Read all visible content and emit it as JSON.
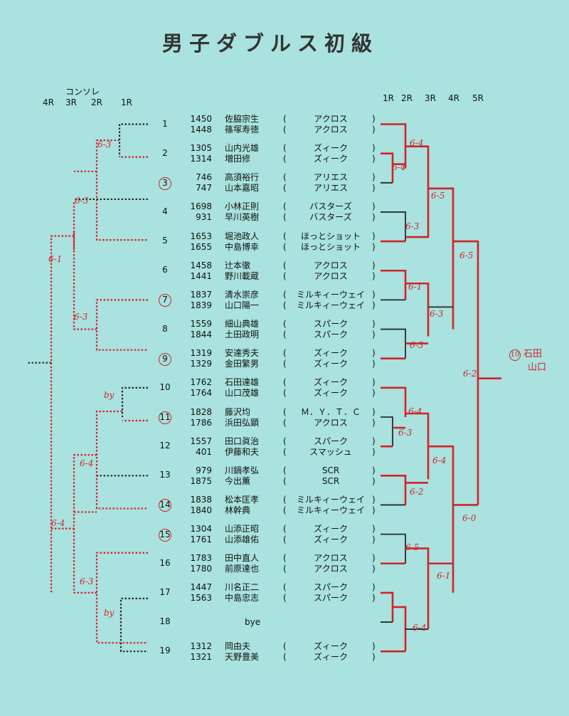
{
  "title": "男子ダブルス初級",
  "left_header": {
    "label": "コンソレ",
    "rounds": [
      "4R",
      "3R",
      "2R",
      "1R"
    ]
  },
  "right_header": {
    "rounds": [
      "1R",
      "2R",
      "3R",
      "4R",
      "5R"
    ]
  },
  "winner": {
    "seed": "10",
    "names": [
      "石田",
      "山口"
    ]
  },
  "entries": [
    {
      "seed": "1",
      "circled": false,
      "players": [
        {
          "id": "1450",
          "name": "佐脇宗生",
          "club": "アクロス"
        },
        {
          "id": "1448",
          "name": "篠塚寿徳",
          "club": "アクロス"
        }
      ]
    },
    {
      "seed": "2",
      "circled": false,
      "players": [
        {
          "id": "1305",
          "name": "山内光雄",
          "club": "ズィーク"
        },
        {
          "id": "1314",
          "name": "増田修",
          "club": "ズィーク"
        }
      ]
    },
    {
      "seed": "3",
      "circled": true,
      "players": [
        {
          "id": "746",
          "name": "高須裕行",
          "club": "アリエス"
        },
        {
          "id": "747",
          "name": "山本嘉昭",
          "club": "アリエス"
        }
      ]
    },
    {
      "seed": "4",
      "circled": false,
      "players": [
        {
          "id": "1698",
          "name": "小林正則",
          "club": "バスターズ"
        },
        {
          "id": "931",
          "name": "早川英樹",
          "club": "バスターズ"
        }
      ]
    },
    {
      "seed": "5",
      "circled": false,
      "players": [
        {
          "id": "1653",
          "name": "堀池政人",
          "club": "ほっとショット"
        },
        {
          "id": "1655",
          "name": "中島博幸",
          "club": "ほっとショット"
        }
      ]
    },
    {
      "seed": "6",
      "circled": false,
      "players": [
        {
          "id": "1458",
          "name": "辻本徹",
          "club": "アクロス"
        },
        {
          "id": "1441",
          "name": "野川載蔵",
          "club": "アクロス"
        }
      ]
    },
    {
      "seed": "7",
      "circled": true,
      "players": [
        {
          "id": "1837",
          "name": "清水崇彦",
          "club": "ミルキィーウェイ"
        },
        {
          "id": "1839",
          "name": "山口陽一",
          "club": "ミルキィーウェイ"
        }
      ]
    },
    {
      "seed": "8",
      "circled": false,
      "players": [
        {
          "id": "1559",
          "name": "細山典雄",
          "club": "スパーク"
        },
        {
          "id": "1844",
          "name": "土田政明",
          "club": "スパーク"
        }
      ]
    },
    {
      "seed": "9",
      "circled": true,
      "players": [
        {
          "id": "1319",
          "name": "安達秀夫",
          "club": "ズィーク"
        },
        {
          "id": "1329",
          "name": "金田繁男",
          "club": "ズィーク"
        }
      ]
    },
    {
      "seed": "10",
      "circled": false,
      "players": [
        {
          "id": "1762",
          "name": "石田達雄",
          "club": "ズィーク"
        },
        {
          "id": "1764",
          "name": "山口茂雄",
          "club": "ズィーク"
        }
      ]
    },
    {
      "seed": "11",
      "circled": true,
      "players": [
        {
          "id": "1828",
          "name": "藤沢均",
          "club": "Ｍ．Ｙ．Ｔ．Ｃ"
        },
        {
          "id": "1786",
          "name": "浜田弘顕",
          "club": "アクロス"
        }
      ]
    },
    {
      "seed": "12",
      "circled": false,
      "players": [
        {
          "id": "1557",
          "name": "田口眞治",
          "club": "スパーク"
        },
        {
          "id": "401",
          "name": "伊藤和夫",
          "club": "スマッシュ"
        }
      ]
    },
    {
      "seed": "13",
      "circled": false,
      "players": [
        {
          "id": "979",
          "name": "川鍋孝弘",
          "club": "SCR"
        },
        {
          "id": "1875",
          "name": "今出薫",
          "club": "SCR"
        }
      ]
    },
    {
      "seed": "14",
      "circled": true,
      "players": [
        {
          "id": "1838",
          "name": "松本匡孝",
          "club": "ミルキィーウェイ"
        },
        {
          "id": "1840",
          "name": "林幹典",
          "club": "ミルキィーウェイ"
        }
      ]
    },
    {
      "seed": "15",
      "circled": true,
      "players": [
        {
          "id": "1304",
          "name": "山添正昭",
          "club": "ズィーク"
        },
        {
          "id": "1761",
          "name": "山添雄佑",
          "club": "ズィーク"
        }
      ]
    },
    {
      "seed": "16",
      "circled": false,
      "players": [
        {
          "id": "1783",
          "name": "田中直人",
          "club": "アクロス"
        },
        {
          "id": "1780",
          "name": "前原達也",
          "club": "アクロス"
        }
      ]
    },
    {
      "seed": "17",
      "circled": false,
      "players": [
        {
          "id": "1447",
          "name": "川名正二",
          "club": "スパーク"
        },
        {
          "id": "1563",
          "name": "中島忠志",
          "club": "スパーク"
        }
      ]
    },
    {
      "seed": "18",
      "circled": false,
      "bye": "bye",
      "players": []
    },
    {
      "seed": "19",
      "circled": false,
      "players": [
        {
          "id": "1312",
          "name": "岡由夫",
          "club": "ズィーク"
        },
        {
          "id": "1321",
          "name": "天野豊美",
          "club": "ズィーク"
        }
      ]
    }
  ],
  "scores_left": [
    {
      "text": "6-3"
    },
    {
      "text": "6-3"
    },
    {
      "text": "6-1"
    },
    {
      "text": "6-3"
    },
    {
      "text": "by"
    },
    {
      "text": "6-4"
    },
    {
      "text": "6-4"
    },
    {
      "text": "6-3"
    },
    {
      "text": "by"
    }
  ],
  "scores_right": [
    {
      "text": "6-4"
    },
    {
      "text": "6-4"
    },
    {
      "text": "6-5"
    },
    {
      "text": "6-3"
    },
    {
      "text": "6-5"
    },
    {
      "text": "6-1"
    },
    {
      "text": "6-3"
    },
    {
      "text": "6-3"
    },
    {
      "text": "6-2"
    },
    {
      "text": "6-4"
    },
    {
      "text": "6-3"
    },
    {
      "text": "6-4"
    },
    {
      "text": "6-2"
    },
    {
      "text": "6-0"
    },
    {
      "text": "6-5"
    },
    {
      "text": "6-1"
    },
    {
      "text": "6-4"
    }
  ],
  "colors": {
    "background": "#a9e2de",
    "ink": "#222222",
    "red": "#d2232a",
    "dotted": "#2b2b2b"
  }
}
